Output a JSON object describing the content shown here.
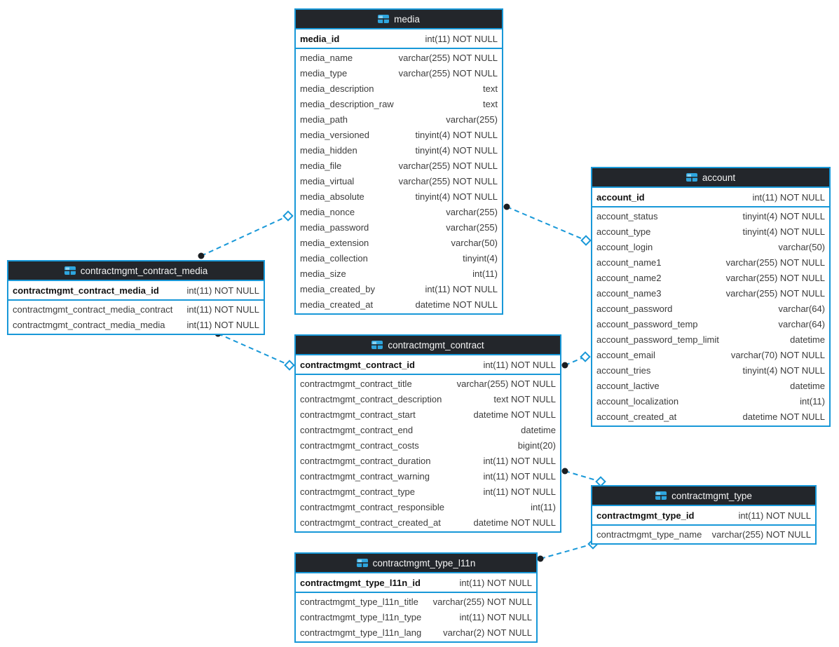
{
  "diagram": {
    "type": "entity-relationship",
    "accent_color": "#1898d8",
    "header_bg_color": "#23262b",
    "icon": "table-icon",
    "tables": [
      {
        "name": "media",
        "pk": {
          "field": "media_id",
          "type": "int(11) NOT NULL"
        },
        "columns": [
          {
            "field": "media_name",
            "type": "varchar(255) NOT NULL"
          },
          {
            "field": "media_type",
            "type": "varchar(255) NOT NULL"
          },
          {
            "field": "media_description",
            "type": "text"
          },
          {
            "field": "media_description_raw",
            "type": "text"
          },
          {
            "field": "media_path",
            "type": "varchar(255)"
          },
          {
            "field": "media_versioned",
            "type": "tinyint(4) NOT NULL"
          },
          {
            "field": "media_hidden",
            "type": "tinyint(4) NOT NULL"
          },
          {
            "field": "media_file",
            "type": "varchar(255) NOT NULL"
          },
          {
            "field": "media_virtual",
            "type": "varchar(255) NOT NULL"
          },
          {
            "field": "media_absolute",
            "type": "tinyint(4) NOT NULL"
          },
          {
            "field": "media_nonce",
            "type": "varchar(255)"
          },
          {
            "field": "media_password",
            "type": "varchar(255)"
          },
          {
            "field": "media_extension",
            "type": "varchar(50)"
          },
          {
            "field": "media_collection",
            "type": "tinyint(4)"
          },
          {
            "field": "media_size",
            "type": "int(11)"
          },
          {
            "field": "media_created_by",
            "type": "int(11) NOT NULL"
          },
          {
            "field": "media_created_at",
            "type": "datetime NOT NULL"
          }
        ]
      },
      {
        "name": "account",
        "pk": {
          "field": "account_id",
          "type": "int(11) NOT NULL"
        },
        "columns": [
          {
            "field": "account_status",
            "type": "tinyint(4) NOT NULL"
          },
          {
            "field": "account_type",
            "type": "tinyint(4) NOT NULL"
          },
          {
            "field": "account_login",
            "type": "varchar(50)"
          },
          {
            "field": "account_name1",
            "type": "varchar(255) NOT NULL"
          },
          {
            "field": "account_name2",
            "type": "varchar(255) NOT NULL"
          },
          {
            "field": "account_name3",
            "type": "varchar(255) NOT NULL"
          },
          {
            "field": "account_password",
            "type": "varchar(64)"
          },
          {
            "field": "account_password_temp",
            "type": "varchar(64)"
          },
          {
            "field": "account_password_temp_limit",
            "type": "datetime"
          },
          {
            "field": "account_email",
            "type": "varchar(70) NOT NULL"
          },
          {
            "field": "account_tries",
            "type": "tinyint(4) NOT NULL"
          },
          {
            "field": "account_lactive",
            "type": "datetime"
          },
          {
            "field": "account_localization",
            "type": "int(11)"
          },
          {
            "field": "account_created_at",
            "type": "datetime NOT NULL"
          }
        ]
      },
      {
        "name": "contractmgmt_contract_media",
        "pk": {
          "field": "contractmgmt_contract_media_id",
          "type": "int(11) NOT NULL"
        },
        "columns": [
          {
            "field": "contractmgmt_contract_media_contract",
            "type": "int(11) NOT NULL"
          },
          {
            "field": "contractmgmt_contract_media_media",
            "type": "int(11) NOT NULL"
          }
        ]
      },
      {
        "name": "contractmgmt_contract",
        "pk": {
          "field": "contractmgmt_contract_id",
          "type": "int(11) NOT NULL"
        },
        "columns": [
          {
            "field": "contractmgmt_contract_title",
            "type": "varchar(255) NOT NULL"
          },
          {
            "field": "contractmgmt_contract_description",
            "type": "text NOT NULL"
          },
          {
            "field": "contractmgmt_contract_start",
            "type": "datetime NOT NULL"
          },
          {
            "field": "contractmgmt_contract_end",
            "type": "datetime"
          },
          {
            "field": "contractmgmt_contract_costs",
            "type": "bigint(20)"
          },
          {
            "field": "contractmgmt_contract_duration",
            "type": "int(11) NOT NULL"
          },
          {
            "field": "contractmgmt_contract_warning",
            "type": "int(11) NOT NULL"
          },
          {
            "field": "contractmgmt_contract_type",
            "type": "int(11) NOT NULL"
          },
          {
            "field": "contractmgmt_contract_responsible",
            "type": "int(11)"
          },
          {
            "field": "contractmgmt_contract_created_at",
            "type": "datetime NOT NULL"
          }
        ]
      },
      {
        "name": "contractmgmt_type",
        "pk": {
          "field": "contractmgmt_type_id",
          "type": "int(11) NOT NULL"
        },
        "columns": [
          {
            "field": "contractmgmt_type_name",
            "type": "varchar(255) NOT NULL"
          }
        ]
      },
      {
        "name": "contractmgmt_type_l11n",
        "pk": {
          "field": "contractmgmt_type_l11n_id",
          "type": "int(11) NOT NULL"
        },
        "columns": [
          {
            "field": "contractmgmt_type_l11n_title",
            "type": "varchar(255) NOT NULL"
          },
          {
            "field": "contractmgmt_type_l11n_type",
            "type": "int(11) NOT NULL"
          },
          {
            "field": "contractmgmt_type_l11n_lang",
            "type": "varchar(2) NOT NULL"
          }
        ]
      }
    ],
    "relations": [
      {
        "from": "contractmgmt_contract_media",
        "to": "media"
      },
      {
        "from": "media",
        "to": "account"
      },
      {
        "from": "contractmgmt_contract",
        "to": "account"
      },
      {
        "from": "contractmgmt_contract",
        "to": "contractmgmt_type"
      },
      {
        "from": "contractmgmt_type_l11n",
        "to": "contractmgmt_type"
      },
      {
        "from": "contractmgmt_contract_media",
        "to": "contractmgmt_contract"
      }
    ]
  }
}
